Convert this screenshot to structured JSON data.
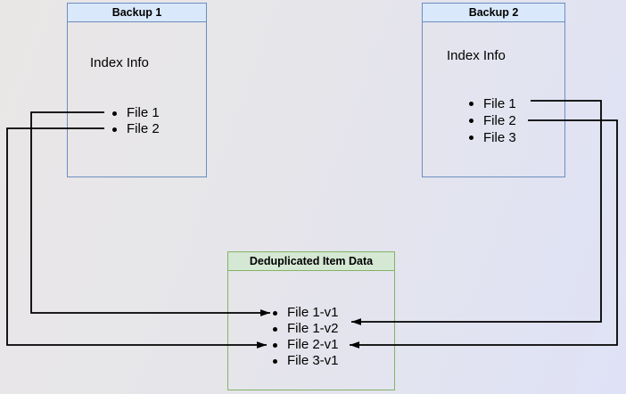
{
  "diagram": {
    "backup1": {
      "title": "Backup 1",
      "label": "Index Info",
      "files": [
        "File 1",
        "File 2"
      ]
    },
    "backup2": {
      "title": "Backup 2",
      "label": "Index Info",
      "files": [
        "File 1",
        "File 2",
        "File 3"
      ]
    },
    "dedup": {
      "title": "Deduplicated Item Data",
      "items": [
        "File 1-v1",
        "File 1-v2",
        "File 2-v1",
        "File 3-v1"
      ]
    },
    "connections": [
      {
        "from": "Backup 1 / File 1",
        "to": "File 1-v1"
      },
      {
        "from": "Backup 1 / File 2",
        "to": "File 2-v1"
      },
      {
        "from": "Backup 2 / File 1",
        "to": "File 1-v2"
      },
      {
        "from": "Backup 2 / File 2",
        "to": "File 2-v1"
      }
    ],
    "colors": {
      "backup_header_fill": "#dae8fc",
      "backup_border": "#6c8ebf",
      "dedup_header_fill": "#d5e8d4",
      "dedup_border": "#82b366",
      "connector": "#000000"
    }
  }
}
